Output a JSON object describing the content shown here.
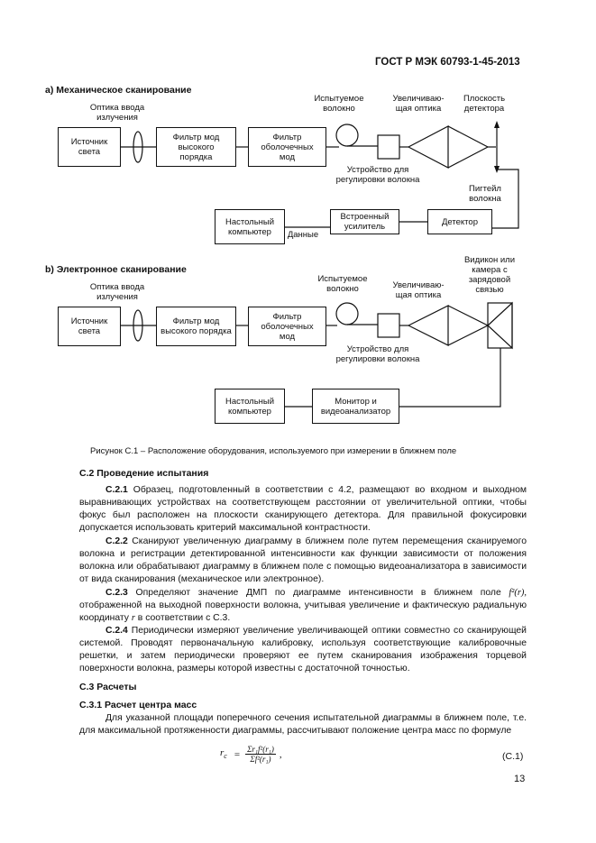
{
  "header": {
    "standard": "ГОСТ Р МЭК 60793-1-45-2013"
  },
  "diagram_a": {
    "title": "a) Механическое сканирование",
    "optics_label": "Оптика ввода\nизлучения",
    "fiber_label": "Испытуемое\nволокно",
    "magnifier_label": "Увеличиваю-\nщая оптика",
    "plane_label": "Плоскость\nдетектора",
    "source": "Источник\nсвета",
    "mode_filter": "Фильтр мод\nвысокого\nпорядка",
    "clad_filter": "Фильтр\nоболочечных\nмод",
    "adjust_label": "Устройство для\nрегулировки волокна",
    "pigtail_label": "Пигтейл\nволокна",
    "computer": "Настольный\nкомпьютер",
    "data_label": "Данные",
    "amplifier": "Встроенный\nусилитель",
    "detector": "Детектор"
  },
  "diagram_b": {
    "title": "b) Электронное сканирование",
    "optics_label": "Оптика ввода\nизлучения",
    "fiber_label": "Испытуемое\nволокно",
    "magnifier_label": "Увеличиваю-\nщая оптика",
    "camera_label": "Видикон или\nкамера с\nзарядовой\nсвязью",
    "source": "Источник\nсвета",
    "mode_filter": "Фильтр мод\nвысокого порядка",
    "clad_filter": "Фильтр\nоболочечных\nмод",
    "adjust_label": "Устройство для\nрегулировки волокна",
    "computer": "Настольный\nкомпьютер",
    "monitor": "Монитор и\nвидеоанализатор"
  },
  "caption": "Рисунок С.1 – Расположение оборудования, используемого при  измерении в ближнем поле",
  "section_c2": {
    "title": "С.2 Проведение испытания",
    "p1_num": "С.2.1",
    "p1": " Образец, подготовленный в соответствии с 4.2, размещают во входном и выходном выравнивающих устройствах на соответствующем расстоянии от увеличительной оптики,  чтобы фокус был расположен на плоскости сканирующего детектора. Для правильной фокусировки допускается использовать критерий максимальной контрастности.",
    "p2_num": "С.2.2",
    "p2": " Сканируют увеличенную диаграмму в ближнем поле путем перемещения сканируемого волокна и регистрации детектированной интенсивности как функции зависимости от положения волокна или обрабатывают диаграмму в ближнем поле с помощью видеоанализатора в зависимости от вида сканирования (механическое или электронное).",
    "p3_num": "С.2.3",
    "p3a": " Определяют значение ДМП по диаграмме интенсивности в ближнем поле ",
    "p3_formula": "f²(r),",
    "p3b": " отображенной на выходной поверхности волокна, учитывая увеличение и фактическую радиальную координату ",
    "p3_r": "r",
    "p3c": " в соответствии с С.3.",
    "p4_num": "С.2.4",
    "p4": " Периодически измеряют увеличение увеличивающей оптики совместно со сканирующей системой. Проводят первоначальную калибровку, используя соответствующие калибровочные решетки, и затем периодически проверяют ее путем сканирования изображения торцевой поверхности волокна, размеры которой известны с достаточной точностью."
  },
  "section_c3": {
    "title": "С.3 Расчеты",
    "sub_title": "С.3.1 Расчет центра масс",
    "p1": "Для указанной площади поперечного сечения испытательной диаграммы в ближнем поле, т.е. для максимальной протяженности диаграммы, рассчитывают положение центра масс по формуле",
    "formula_lhs": "r",
    "formula_lhs_sub": "c",
    "formula_eq": "=",
    "formula_num": "Σr₁f²(r₁)",
    "formula_den": "Σf²(r₁)",
    "formula_comma": ",",
    "formula_no": "(С.1)"
  },
  "page_number": "13"
}
